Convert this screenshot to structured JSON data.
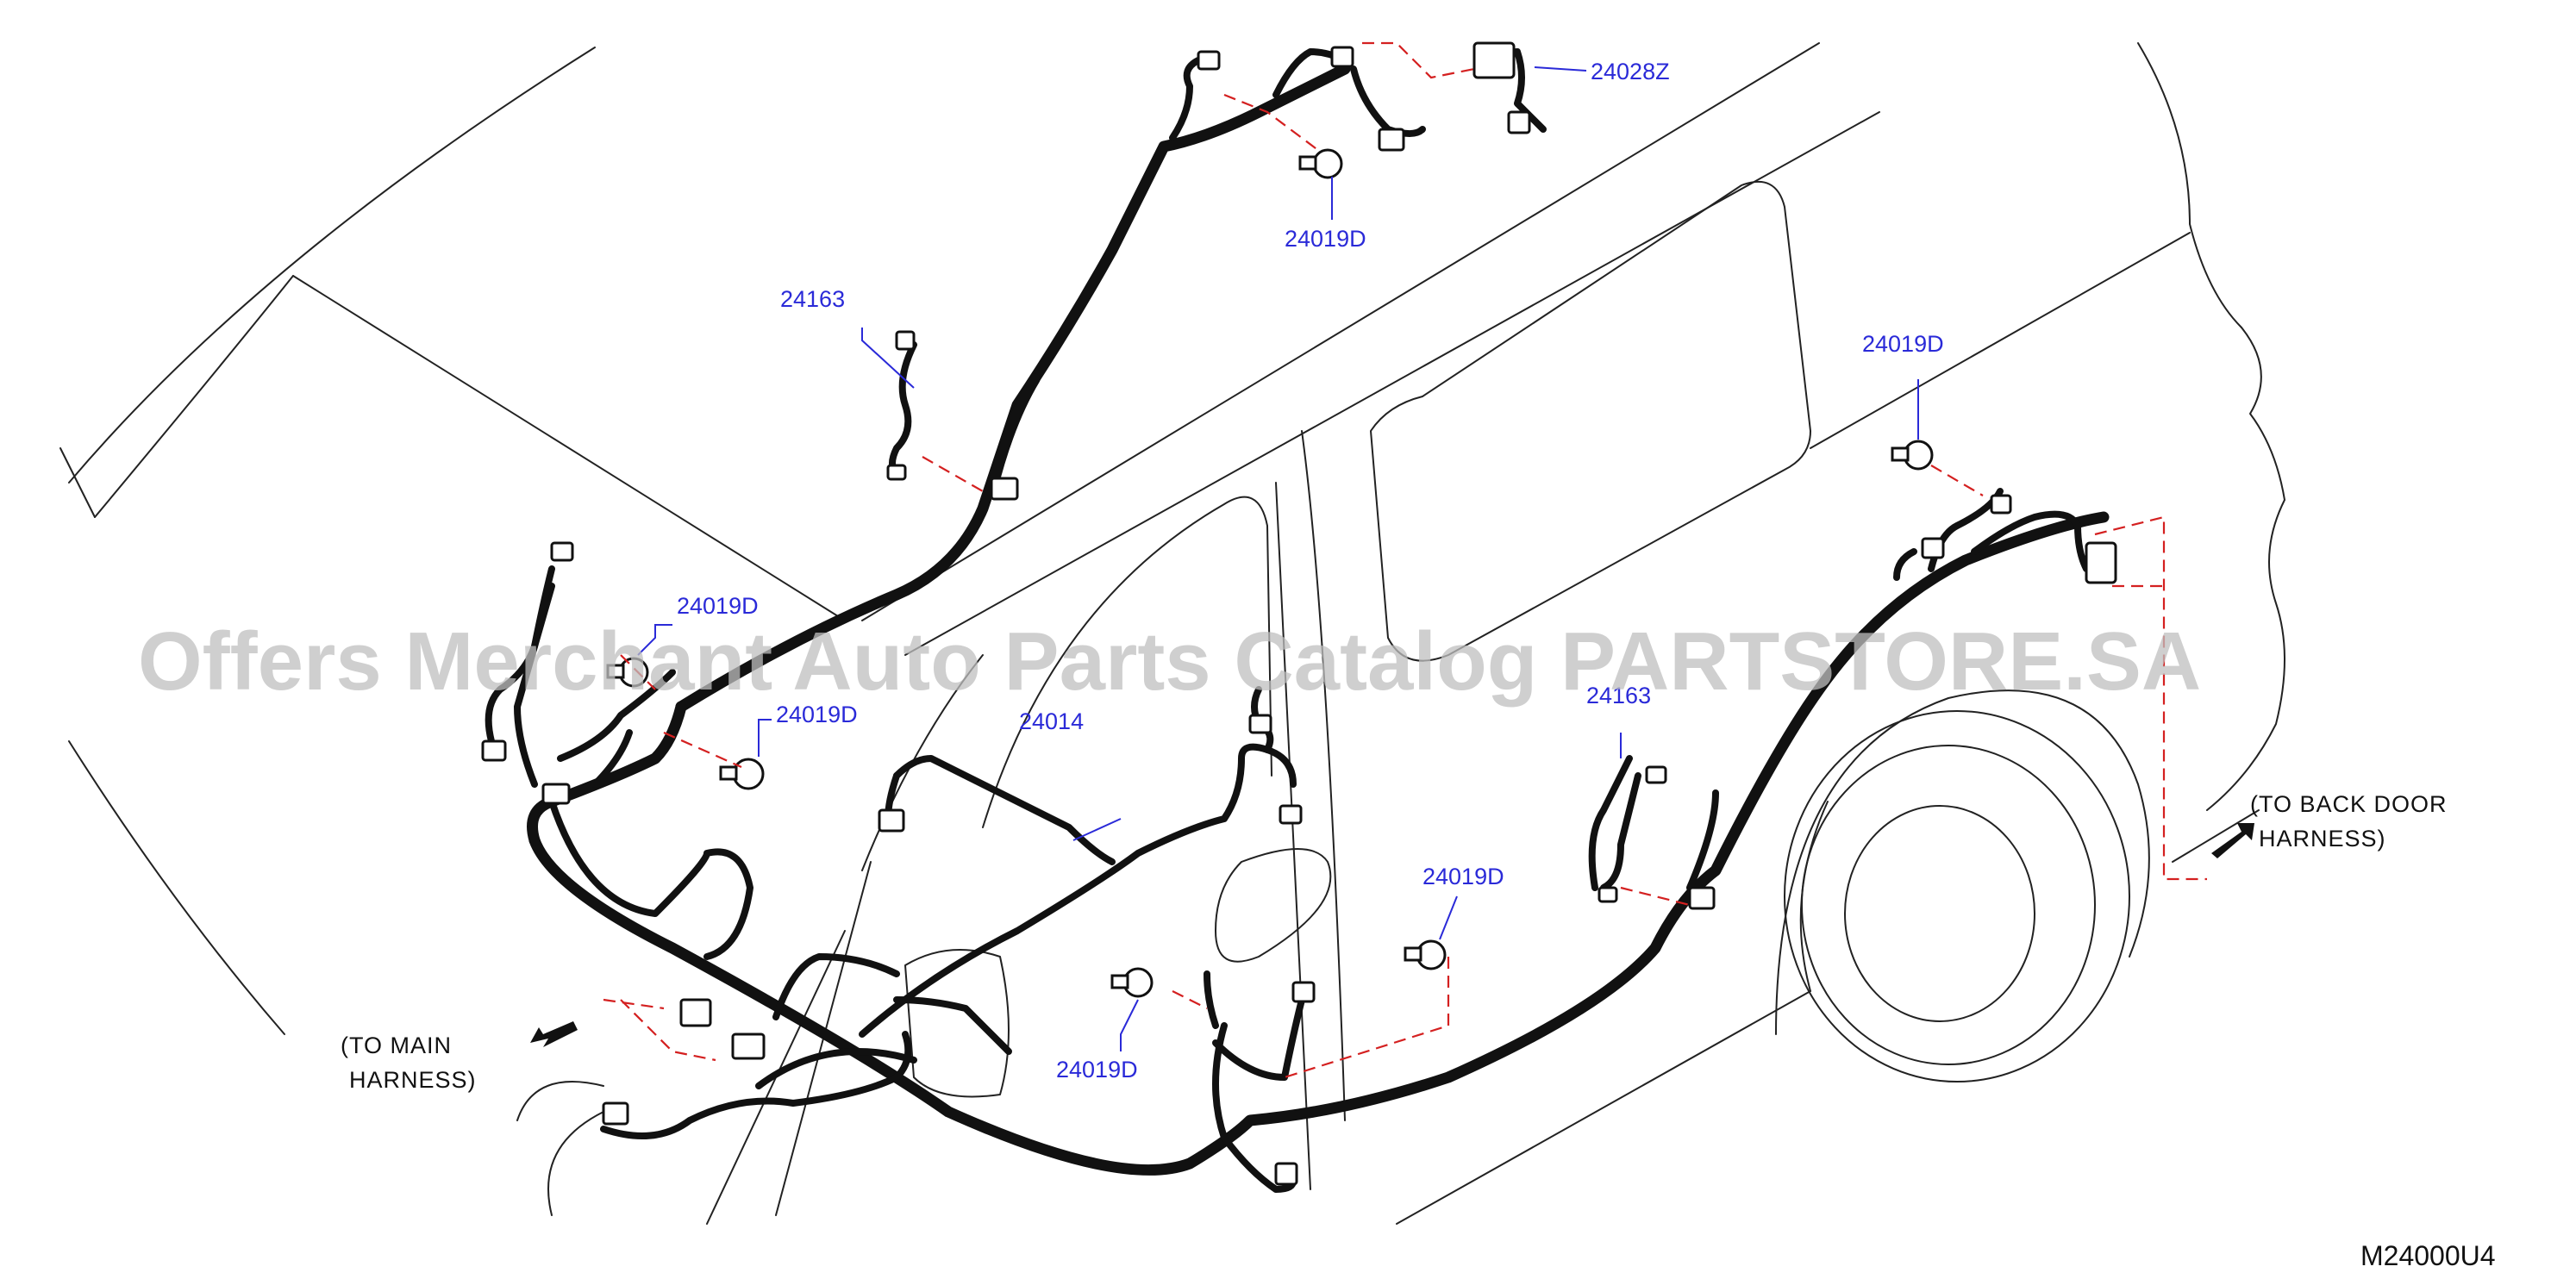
{
  "diagram": {
    "watermark": "Offers Merchant Auto Parts Catalog PARTSTORE.SA",
    "diagram_code": "M24000U4",
    "callouts": [
      {
        "id": "c1",
        "label": "24028Z"
      },
      {
        "id": "c2",
        "label": "24019D"
      },
      {
        "id": "c3",
        "label": "24163"
      },
      {
        "id": "c4",
        "label": "24019D"
      },
      {
        "id": "c5",
        "label": "24019D"
      },
      {
        "id": "c6",
        "label": "24019D"
      },
      {
        "id": "c7",
        "label": "24014"
      },
      {
        "id": "c8",
        "label": "24163"
      },
      {
        "id": "c9",
        "label": "24019D"
      },
      {
        "id": "c10",
        "label": "24019D"
      }
    ],
    "notes": {
      "back_door": {
        "line1": "(TO BACK DOOR",
        "line2": "HARNESS)"
      },
      "main": {
        "line1": "(TO MAIN",
        "line2": "HARNESS)"
      }
    },
    "colors": {
      "label": "#2a2ad8",
      "dash": "#d42020",
      "harness": "#111111"
    }
  }
}
